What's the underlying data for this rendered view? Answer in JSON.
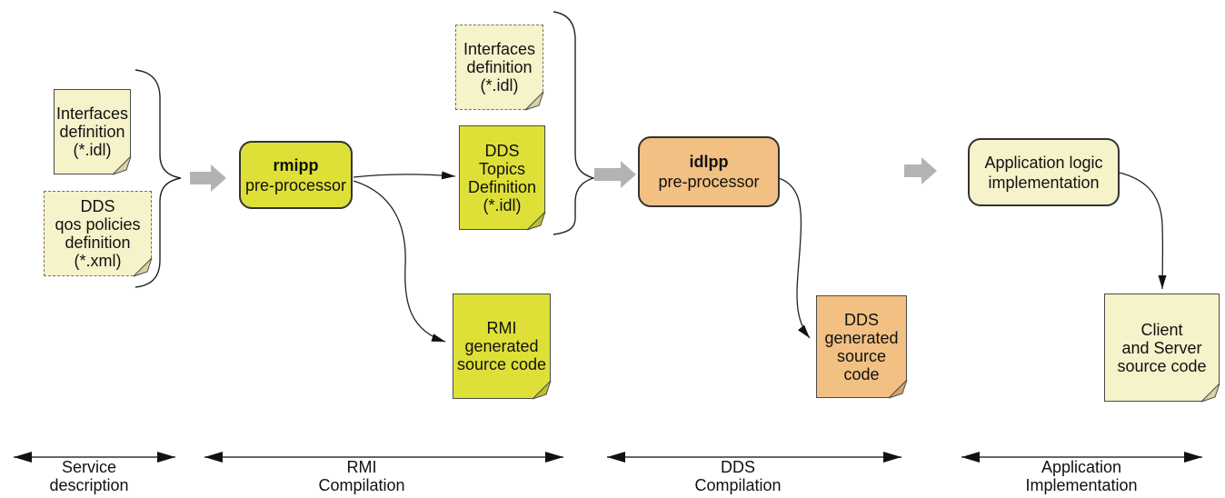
{
  "diagram": {
    "notes": [
      {
        "id": "interfaces-left",
        "text": "Interfaces\ndefinition\n(*.idl)"
      },
      {
        "id": "dds-qos",
        "text": "DDS\nqos policies\ndefinition\n(*.xml)"
      },
      {
        "id": "interfaces-top",
        "text": "Interfaces\ndefinition\n(*.idl)"
      },
      {
        "id": "dds-topics",
        "text": "DDS\nTopics\nDefinition\n(*.idl)"
      },
      {
        "id": "rmi-generated",
        "text": "RMI\ngenerated\nsource code"
      },
      {
        "id": "dds-generated",
        "text": "DDS\ngenerated\nsource code"
      },
      {
        "id": "client-server",
        "text": "Client\nand Server\nsource code"
      }
    ],
    "processors": [
      {
        "id": "rmipp",
        "title": "rmipp",
        "subtitle": "pre-processor"
      },
      {
        "id": "idlpp",
        "title": "idlpp",
        "subtitle": "pre-processor"
      },
      {
        "id": "applogic",
        "title": "Application logic",
        "subtitle": "implementation"
      }
    ],
    "phases": [
      {
        "label": "Service\ndescription"
      },
      {
        "label": "RMI\nCompilation"
      },
      {
        "label": "DDS\nCompilation"
      },
      {
        "label": "Application\nImplementation"
      }
    ],
    "colors": {
      "note_pale": "#f6f3ca",
      "note_green": "#dee037",
      "note_orange": "#f2c082",
      "fold_pale": "#d9d6a4",
      "fold_green": "#bcc02c",
      "fold_orange": "#d9a468",
      "block_arrow_gray": "#b3b3b3",
      "line_stroke": "#222222",
      "border": "#4a4a4a"
    }
  }
}
